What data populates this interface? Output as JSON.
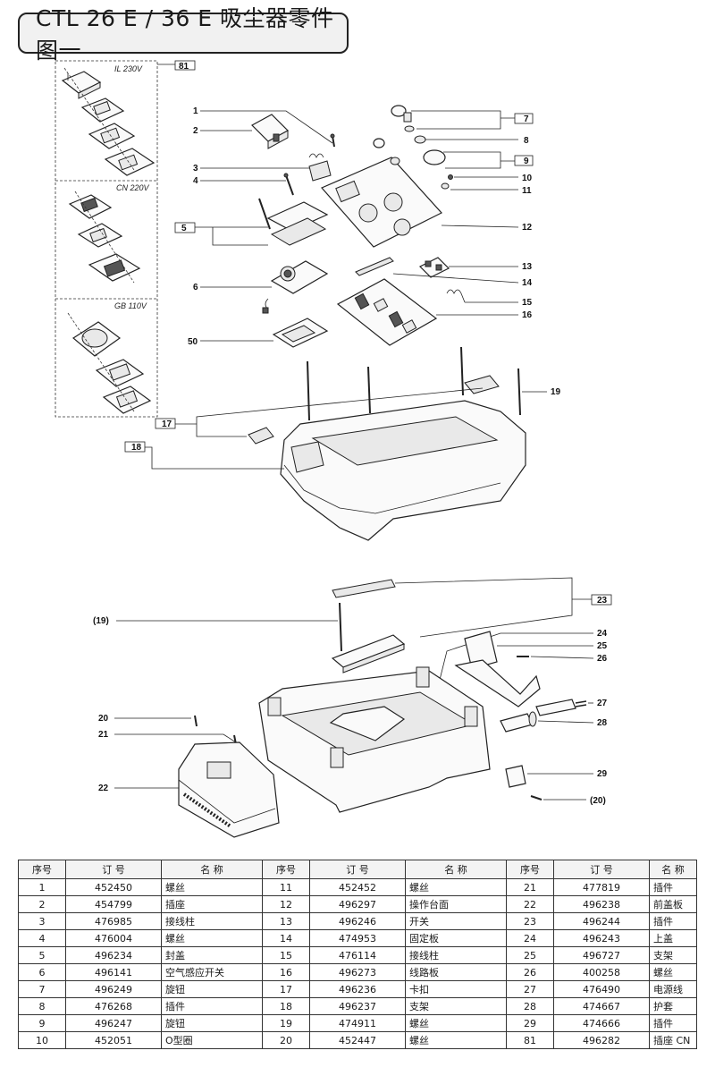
{
  "title": "CTL 26 E / 36 E 吸尘器零件图一",
  "variants": {
    "il": "IL 230V",
    "cn": "CN 220V",
    "gb": "GB 110V"
  },
  "callouts": {
    "c1": "1",
    "c2": "2",
    "c3": "3",
    "c4": "4",
    "c5": "5",
    "c6": "6",
    "c7": "7",
    "c8": "8",
    "c9": "9",
    "c10": "10",
    "c11": "11",
    "c12": "12",
    "c13": "13",
    "c14": "14",
    "c15": "15",
    "c16": "16",
    "c17": "17",
    "c18": "18",
    "c19": "19",
    "c19b": "(19)",
    "c20": "20",
    "c20b": "(20)",
    "c21": "21",
    "c22": "22",
    "c23": "23",
    "c24": "24",
    "c25": "25",
    "c26": "26",
    "c27": "27",
    "c28": "28",
    "c29": "29",
    "c50": "50",
    "c81": "81"
  },
  "table": {
    "headers": [
      "序号",
      "订 号",
      "名 称",
      "序号",
      "订 号",
      "名 称",
      "序号",
      "订 号",
      "名 称"
    ],
    "rows": [
      [
        "1",
        "452450",
        "螺丝",
        "11",
        "452452",
        "螺丝",
        "21",
        "477819",
        "插件"
      ],
      [
        "2",
        "454799",
        "插座",
        "12",
        "496297",
        "操作台面",
        "22",
        "496238",
        "前盖板"
      ],
      [
        "3",
        "476985",
        "接线柱",
        "13",
        "496246",
        "开关",
        "23",
        "496244",
        "插件"
      ],
      [
        "4",
        "476004",
        "螺丝",
        "14",
        "474953",
        "固定板",
        "24",
        "496243",
        "上盖"
      ],
      [
        "5",
        "496234",
        "封盖",
        "15",
        "476114",
        "接线柱",
        "25",
        "496727",
        "支架"
      ],
      [
        "6",
        "496141",
        "空气感应开关",
        "16",
        "496273",
        "线路板",
        "26",
        "400258",
        "螺丝"
      ],
      [
        "7",
        "496249",
        "旋钮",
        "17",
        "496236",
        "卡扣",
        "27",
        "476490",
        "电源线"
      ],
      [
        "8",
        "476268",
        "插件",
        "18",
        "496237",
        "支架",
        "28",
        "474667",
        "护套"
      ],
      [
        "9",
        "496247",
        "旋钮",
        "19",
        "474911",
        "螺丝",
        "29",
        "474666",
        "插件"
      ],
      [
        "10",
        "452051",
        "O型圈",
        "20",
        "452447",
        "螺丝",
        "81",
        "496282",
        "插座 CN"
      ]
    ]
  }
}
